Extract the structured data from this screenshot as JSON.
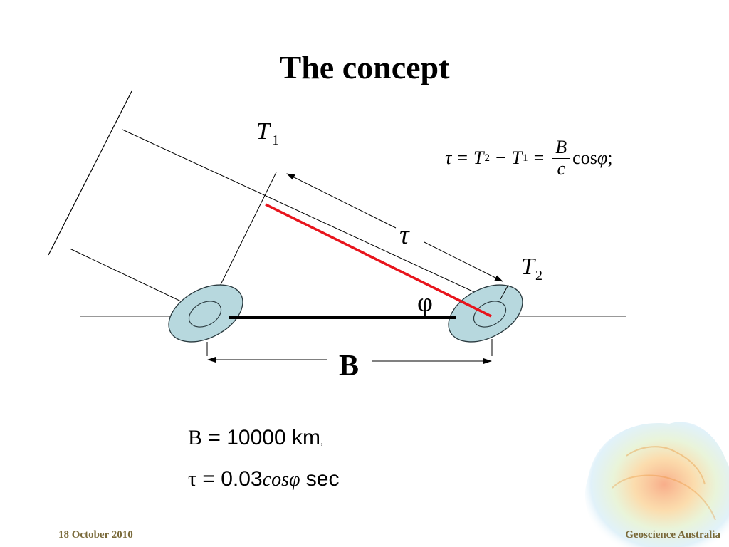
{
  "slide": {
    "title": "The concept",
    "footer_date": "18 October 2010",
    "footer_org": "Geoscience Australia"
  },
  "diagram": {
    "label_T1": "T",
    "label_T1_sub": "1",
    "label_T2": "T",
    "label_T2_sub": "2",
    "label_tau": "τ",
    "label_phi": "φ",
    "label_B": "B",
    "colors": {
      "delay_line": "#e8141c",
      "antenna_fill": "#b7d8de",
      "antenna_stroke": "#2a3a3f",
      "baseline": "#000000"
    }
  },
  "formula": {
    "tau": "τ",
    "eq1": "=",
    "t2": "T",
    "t2_sub": "2",
    "minus": "−",
    "t1": "T",
    "t1_sub": "1",
    "eq2": "=",
    "frac_num": "B",
    "frac_den": "c",
    "cos": "cos",
    "phi": "φ",
    "end": ";"
  },
  "notes": {
    "line1_var": "B",
    "line1_value": " = 10000 km",
    "line1_comma": ",",
    "line2_var": "τ",
    "line2_value": " = 0.03",
    "line2_cos": "cosφ",
    "line2_unit": " sec"
  }
}
